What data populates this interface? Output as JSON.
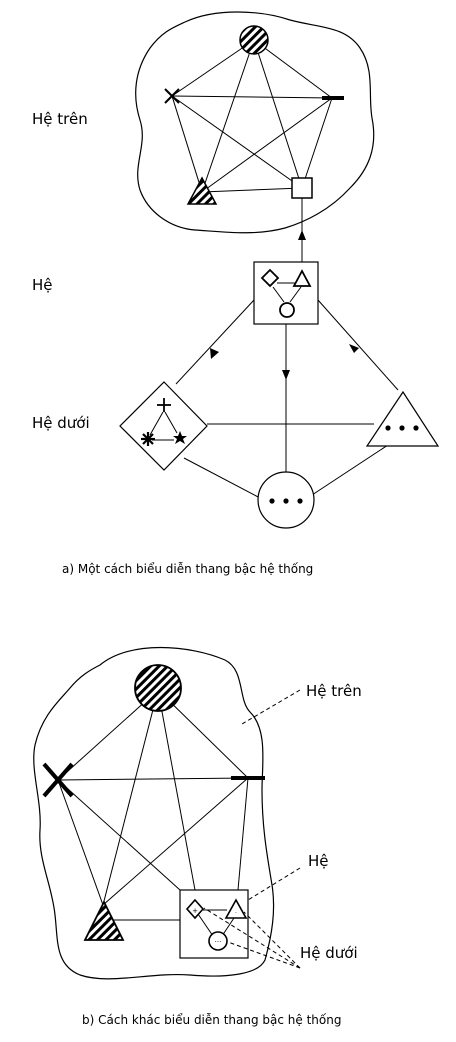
{
  "part_a": {
    "labels": {
      "upper": "Hệ trên",
      "system": "Hệ",
      "lower": "Hệ dưới"
    },
    "caption": "a) Một cách biểu diễn thang bậc hệ thống"
  },
  "part_b": {
    "labels": {
      "upper": "Hệ trên",
      "system": "Hệ",
      "lower": "Hệ dưới"
    },
    "caption": "b) Cách khác biểu diễn thang bậc hệ thống"
  }
}
